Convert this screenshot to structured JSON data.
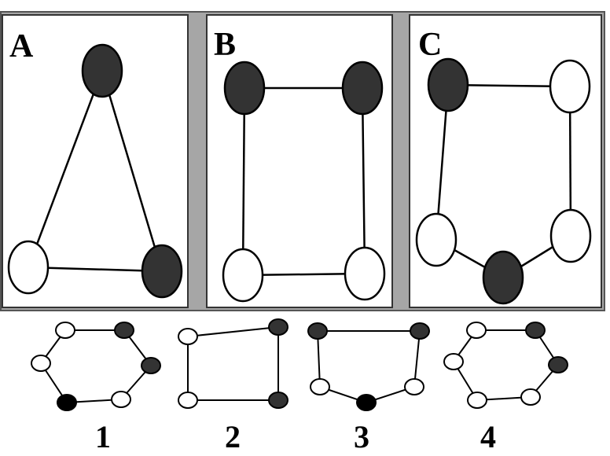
{
  "colors": {
    "filled": "#333333",
    "empty": "#ffffff",
    "black": "#000000",
    "frame": "#a6a6a6"
  },
  "panels": [
    {
      "label": "A",
      "node_states": [
        "filled",
        "empty",
        "filled"
      ]
    },
    {
      "label": "B",
      "node_states": [
        "filled",
        "filled",
        "empty",
        "empty"
      ]
    },
    {
      "label": "C",
      "node_states": [
        "filled",
        "empty",
        "empty",
        "filled",
        "empty"
      ]
    }
  ],
  "options": [
    {
      "label": "1",
      "node_states": [
        "empty",
        "filled",
        "empty",
        "filled",
        "black",
        "empty"
      ]
    },
    {
      "label": "2",
      "node_states": [
        "empty",
        "filled",
        "empty",
        "filled"
      ]
    },
    {
      "label": "3",
      "node_states": [
        "filled",
        "filled",
        "empty",
        "black",
        "empty"
      ]
    },
    {
      "label": "4",
      "node_states": [
        "empty",
        "filled",
        "empty",
        "filled",
        "empty",
        "empty"
      ]
    }
  ]
}
